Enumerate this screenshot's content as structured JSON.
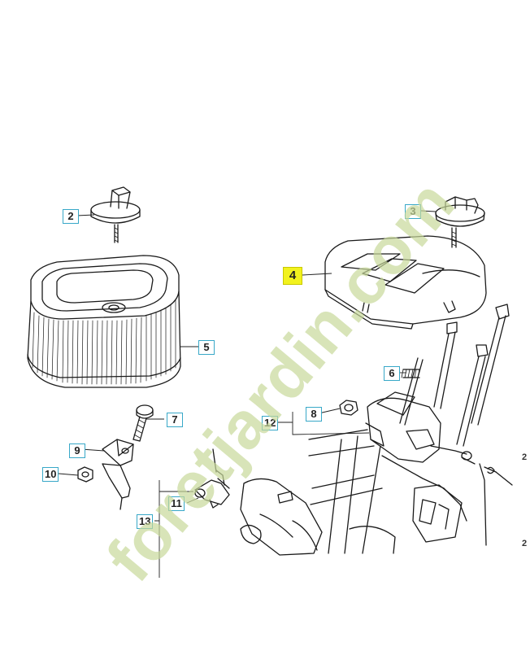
{
  "callouts": {
    "c2": "2",
    "c3": "3",
    "c4": "4",
    "c5": "5",
    "c6": "6",
    "c7": "7",
    "c8": "8",
    "c9": "9",
    "c10": "10",
    "c11": "11",
    "c12": "12",
    "c13": "13"
  },
  "edge_labels": {
    "e1": "2",
    "e2": "2"
  },
  "highlight_color": "#f2f21e",
  "callout_border_color": "#38a8c8",
  "watermark": {
    "text": "foretjardin.com"
  }
}
